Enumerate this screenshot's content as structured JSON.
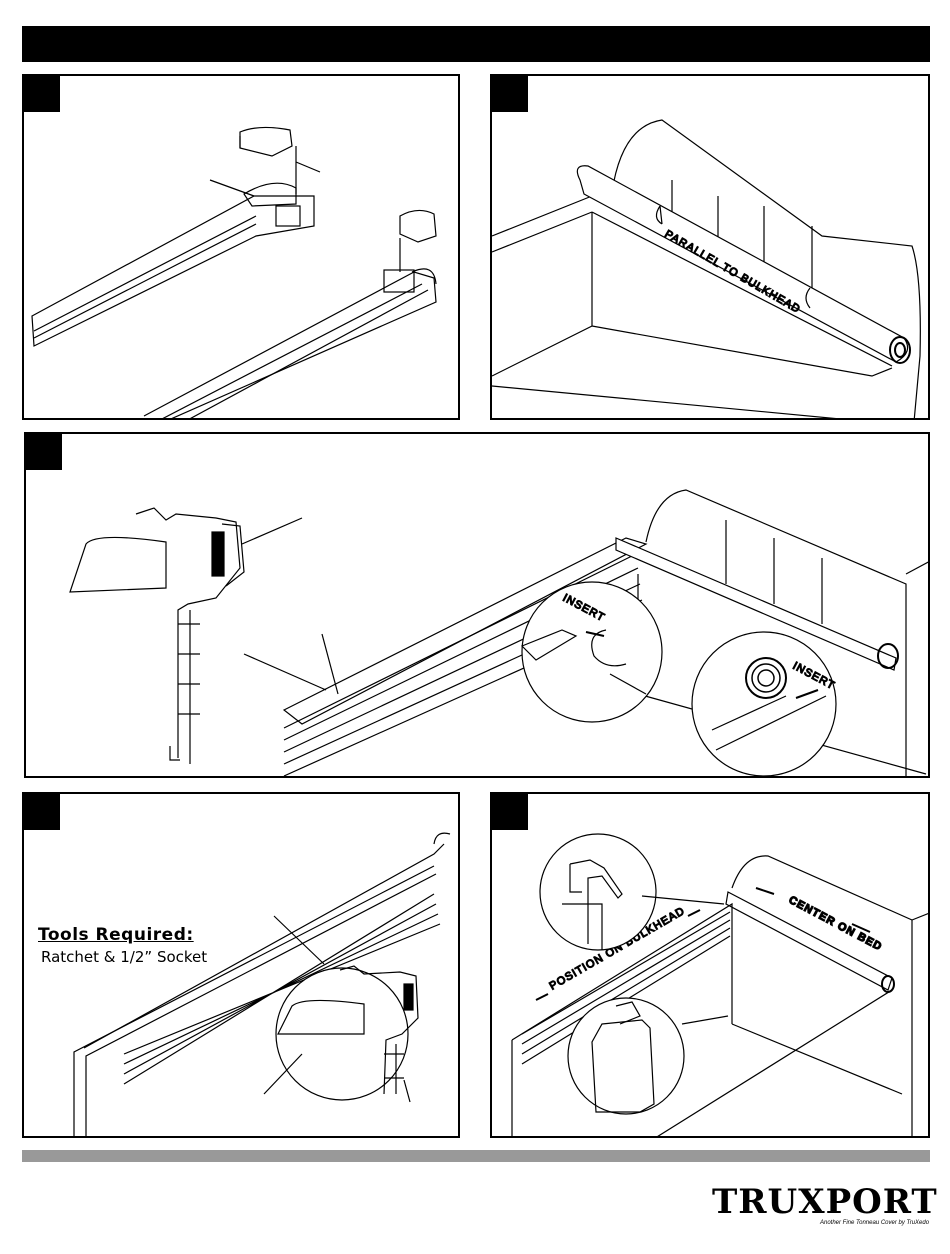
{
  "figure_labels": {
    "parallel_to_bulkhead": "PARALLEL TO BULKHEAD",
    "insert_left": "INSERT",
    "insert_right": "INSERT",
    "center_on_bed": "CENTER ON BED",
    "position_on_bulkhead": "POSITION ON BULKHEAD"
  },
  "tools": {
    "title": "Tools Required:",
    "item": "Ratchet & 1/2” Socket"
  },
  "logo": {
    "brand": "TRUXPORT",
    "tagline": "Another Fine Tonneau Cover by TruXedo"
  },
  "colors": {
    "header_bar": "#000000",
    "footer_bar": "#999999"
  }
}
